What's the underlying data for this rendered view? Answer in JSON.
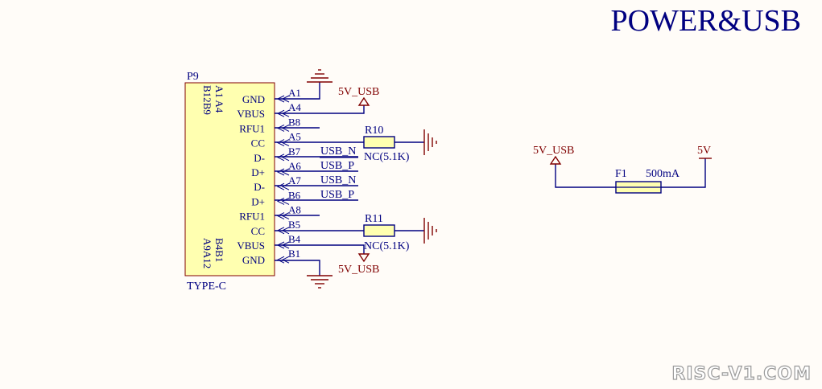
{
  "title": "POWER&USB",
  "connector": {
    "designator": "P9",
    "type": "TYPE-C",
    "vertical_labels": {
      "top_b": "B12B9",
      "top_a": "A1 A4",
      "bottom_b": "B4B1",
      "bottom_a": "A9A12"
    },
    "pins": [
      {
        "func": "GND",
        "num": "A1"
      },
      {
        "func": "VBUS",
        "num": "A4"
      },
      {
        "func": "RFU1",
        "num": "B8"
      },
      {
        "func": "CC",
        "num": "A5"
      },
      {
        "func": "D-",
        "num": "B7"
      },
      {
        "func": "D+",
        "num": "A6"
      },
      {
        "func": "D-",
        "num": "A7"
      },
      {
        "func": "D+",
        "num": "B6"
      },
      {
        "func": "RFU1",
        "num": "A8"
      },
      {
        "func": "CC",
        "num": "B5"
      },
      {
        "func": "VBUS",
        "num": "B4"
      },
      {
        "func": "GND",
        "num": "B1"
      }
    ]
  },
  "nets": {
    "usb_n_1": "USB_N",
    "usb_p_1": "USB_P",
    "usb_n_2": "USB_N",
    "usb_p_2": "USB_P",
    "vbus_top": "5V_USB",
    "vbus_bottom": "5V_USB"
  },
  "resistors": [
    {
      "designator": "R10",
      "value": "NC(5.1K)"
    },
    {
      "designator": "R11",
      "value": "NC(5.1K)"
    }
  ],
  "fuse": {
    "designator": "F1",
    "value": "500mA",
    "in_net": "5V_USB",
    "out_net": "5V"
  },
  "watermark": "RISC-V1.COM",
  "colors": {
    "wire": "#000080",
    "power": "#800000",
    "component_fill": "#ffffb0",
    "background": "#fffcf8"
  }
}
